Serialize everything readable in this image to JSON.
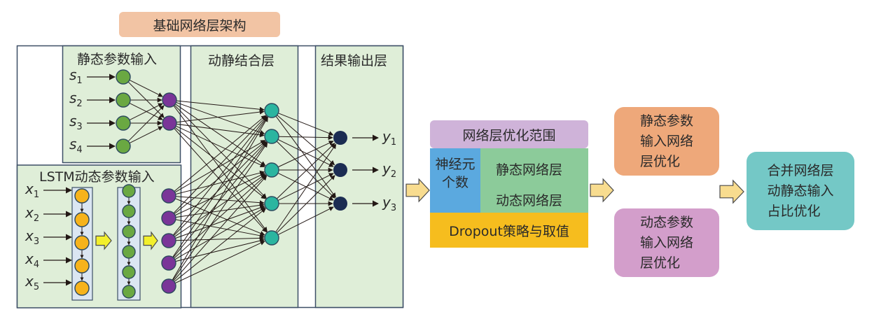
{
  "title": "基础网络层架构",
  "panels": {
    "static_input": "静态参数输入",
    "lstm_input": "LSTM动态参数输入",
    "combine": "动静结合层",
    "output": "结果输出层"
  },
  "static_inputs": [
    "s",
    "s",
    "s",
    "s"
  ],
  "static_subs": [
    "1",
    "2",
    "3",
    "4"
  ],
  "dynamic_inputs": [
    "x",
    "x",
    "x",
    "x",
    "x"
  ],
  "dynamic_subs": [
    "1",
    "2",
    "3",
    "4",
    "5"
  ],
  "outputs": [
    "y",
    "y",
    "y"
  ],
  "output_subs": [
    "1",
    "2",
    "3"
  ],
  "optimization_scope": {
    "header": "网络层优化范围",
    "neurons": "神经元个数",
    "static_layer": "静态网络层",
    "dynamic_layer": "动态网络层",
    "dropout": "Dropout策略与取值"
  },
  "static_opt": [
    "静态参数",
    "输入网络",
    "层优化"
  ],
  "dynamic_opt": [
    "动态参数",
    "输入网络",
    "层优化"
  ],
  "merge_opt": [
    "合并网络层",
    "动静态输入",
    "占比优化"
  ],
  "colors": {
    "panel_bg": "#dfeed8",
    "panel_border": "#3d4f66",
    "lstm_bg": "#dbe6f2",
    "green_node": "#6aa842",
    "purple_node": "#7a3598",
    "orange_node": "#f6b31c",
    "teal_node": "#2bb5a0",
    "navy_node": "#1b2c52",
    "title_bg": "#f2c4a4",
    "scope_header": "#cfb3d9",
    "neurons_bg": "#5ba9df",
    "layers_bg": "#8ccb9a",
    "dropout_bg": "#f6bd1e",
    "static_opt_bg": "#eea87a",
    "dynamic_opt_bg": "#d39ecb",
    "merge_bg": "#74c8c6",
    "arrow_fill": "#f8dc8f",
    "yellow_arrow": "#f2ef2c"
  }
}
